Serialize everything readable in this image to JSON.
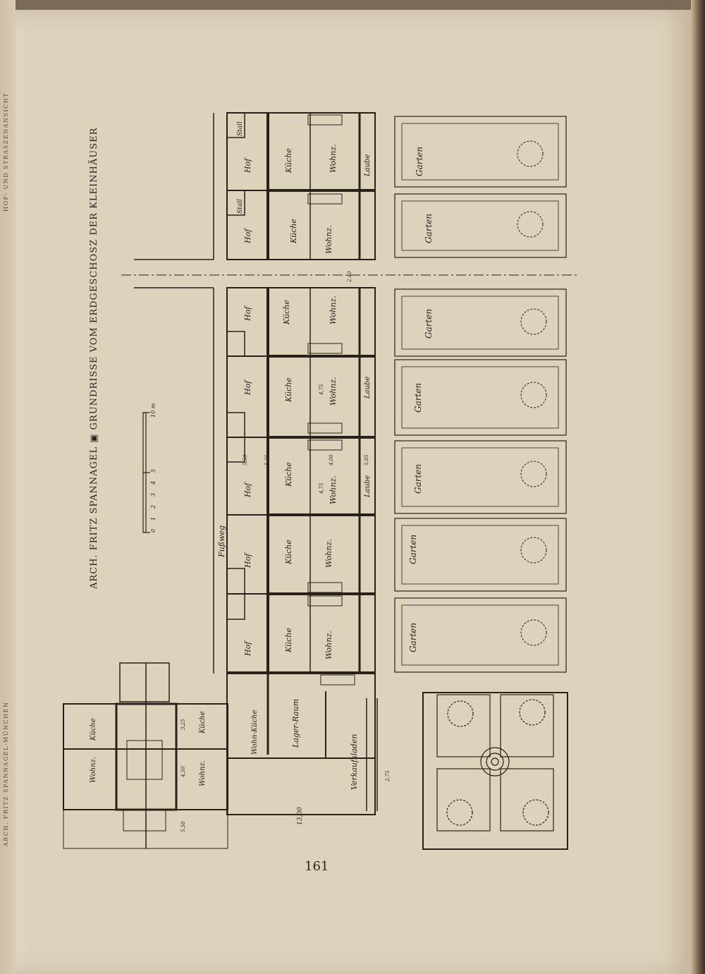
{
  "caption": "ARCH. FRITZ SPANNAGEL ▣ GRUNDRISSE VOM ERDGESCHOSZ DER KLEINHÄUSER",
  "page_number": "161",
  "running_heads": {
    "top": "HOF- UND STRASZENANSICHT",
    "bottom": "ARCH. FRITZ SPANNAGEL-MÜNCHEN"
  },
  "plan_labels": {
    "hof": "Hof",
    "stall": "Stall",
    "kueche": "Küche",
    "wohnz": "Wohnz.",
    "laube": "Laube",
    "garten": "Garten",
    "fussweg": "Fußweg",
    "lager_raum": "Lager-Raum",
    "wohn_kueche": "Wohn-Küche",
    "verkaufsladen": "Verkaufsladen"
  },
  "scale_bar": {
    "ticks": [
      "0",
      "1",
      "2",
      "3",
      "4",
      "5",
      "10 m"
    ]
  },
  "dimensions": [
    "4,75",
    "4,75",
    "4,00",
    "5,50",
    "5,05",
    "2,75",
    "2,40",
    "4,50",
    "5,25",
    "13,00",
    "3,25",
    "5,50"
  ]
}
